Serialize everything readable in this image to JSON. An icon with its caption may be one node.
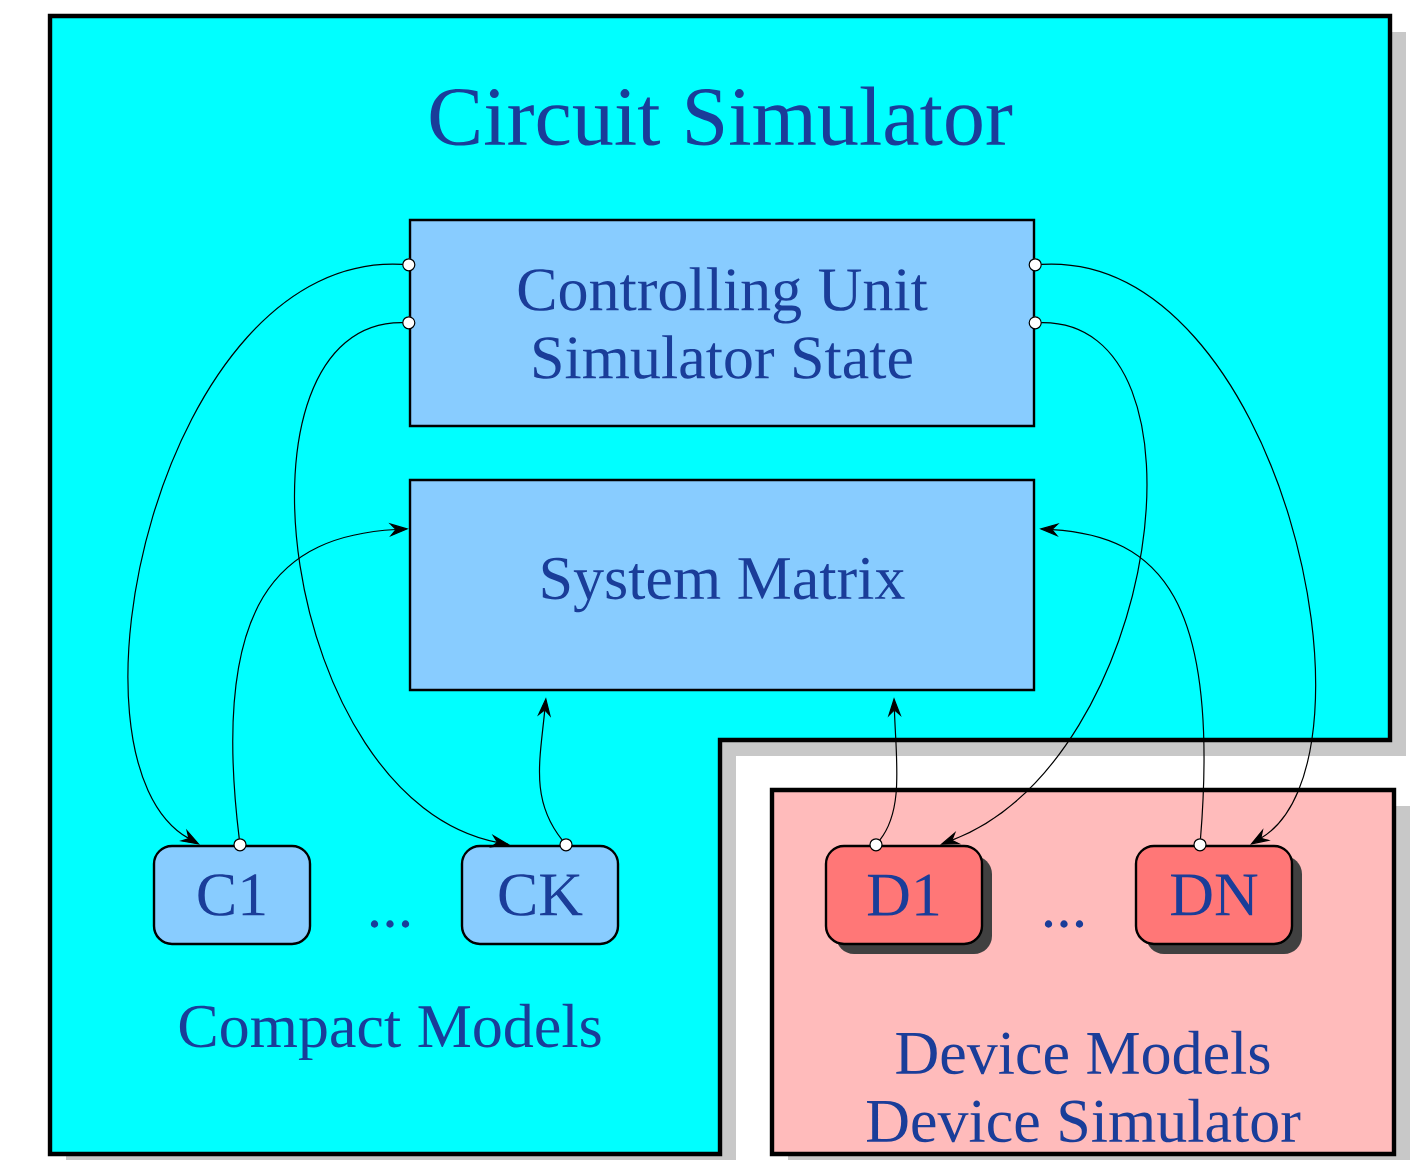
{
  "diagram": {
    "nodes": [
      {
        "text": [
          "Circuit Simulator"
        ]
      },
      {
        "text": [
          "Controlling Unit",
          "Simulator State"
        ],
        "in": 0
      },
      {
        "text": [
          "System Matrix"
        ],
        "in": 0
      },
      {
        "text": [
          "C1"
        ],
        "in": 0
      },
      {
        "text": [
          "CK"
        ],
        "in": 0
      },
      {
        "text": [
          "Device Models",
          "Device Simulator"
        ]
      },
      {
        "text": [
          "D1"
        ],
        "in": 5
      },
      {
        "text": [
          "DN"
        ],
        "in": 5
      }
    ],
    "edges": [
      {
        "from": 1,
        "to": 3,
        "arrow": "to"
      },
      {
        "from": 1,
        "to": 4,
        "arrow": "to"
      },
      {
        "from": 1,
        "to": 7,
        "arrow": "to"
      },
      {
        "from": 1,
        "to": 6,
        "arrow": "to"
      },
      {
        "from": 3,
        "to": 2,
        "arrow": "to"
      },
      {
        "from": 4,
        "to": 2,
        "arrow": "to"
      },
      {
        "from": 6,
        "to": 2,
        "arrow": "to"
      },
      {
        "from": 7,
        "to": 2,
        "arrow": "to"
      }
    ],
    "labels": [
      "...",
      "...",
      "Compact Models"
    ]
  }
}
